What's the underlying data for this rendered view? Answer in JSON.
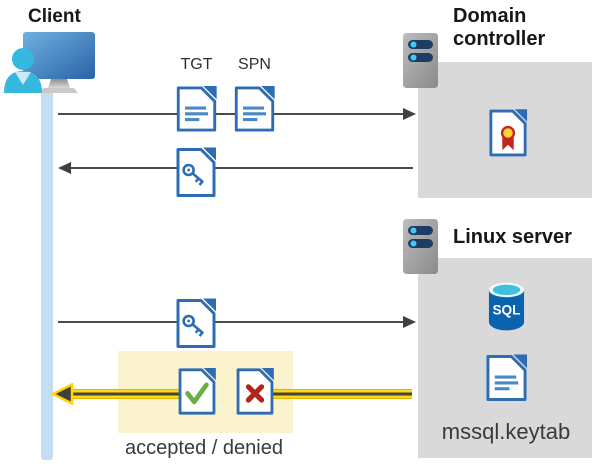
{
  "client": {
    "label": "Client"
  },
  "domain_controller": {
    "title": "Domain controller"
  },
  "linux_server": {
    "title": "Linux server",
    "sql_label": "SQL",
    "keytab_label": "mssql.keytab"
  },
  "tickets": {
    "tgt_label": "TGT",
    "spn_label": "SPN"
  },
  "flow": {
    "result_label": "accepted / denied"
  },
  "colors": {
    "doc_blue": "#2e6db4",
    "doc_line_blue": "#4a88c7",
    "box_gray": "#d9d9d9",
    "lifeline_blue": "#c5dcf5",
    "arrow_gray": "#404040",
    "highlight_cream": "#fbf3ce",
    "result_yellow": "#ffd815",
    "accepted_green": "#6cae44",
    "denied_red": "#b5241c",
    "person_cyan": "#35b8e0",
    "sql_blue": "#0a63ad",
    "seal_yellow": "#ffd23b",
    "seal_red": "#c0281e"
  }
}
